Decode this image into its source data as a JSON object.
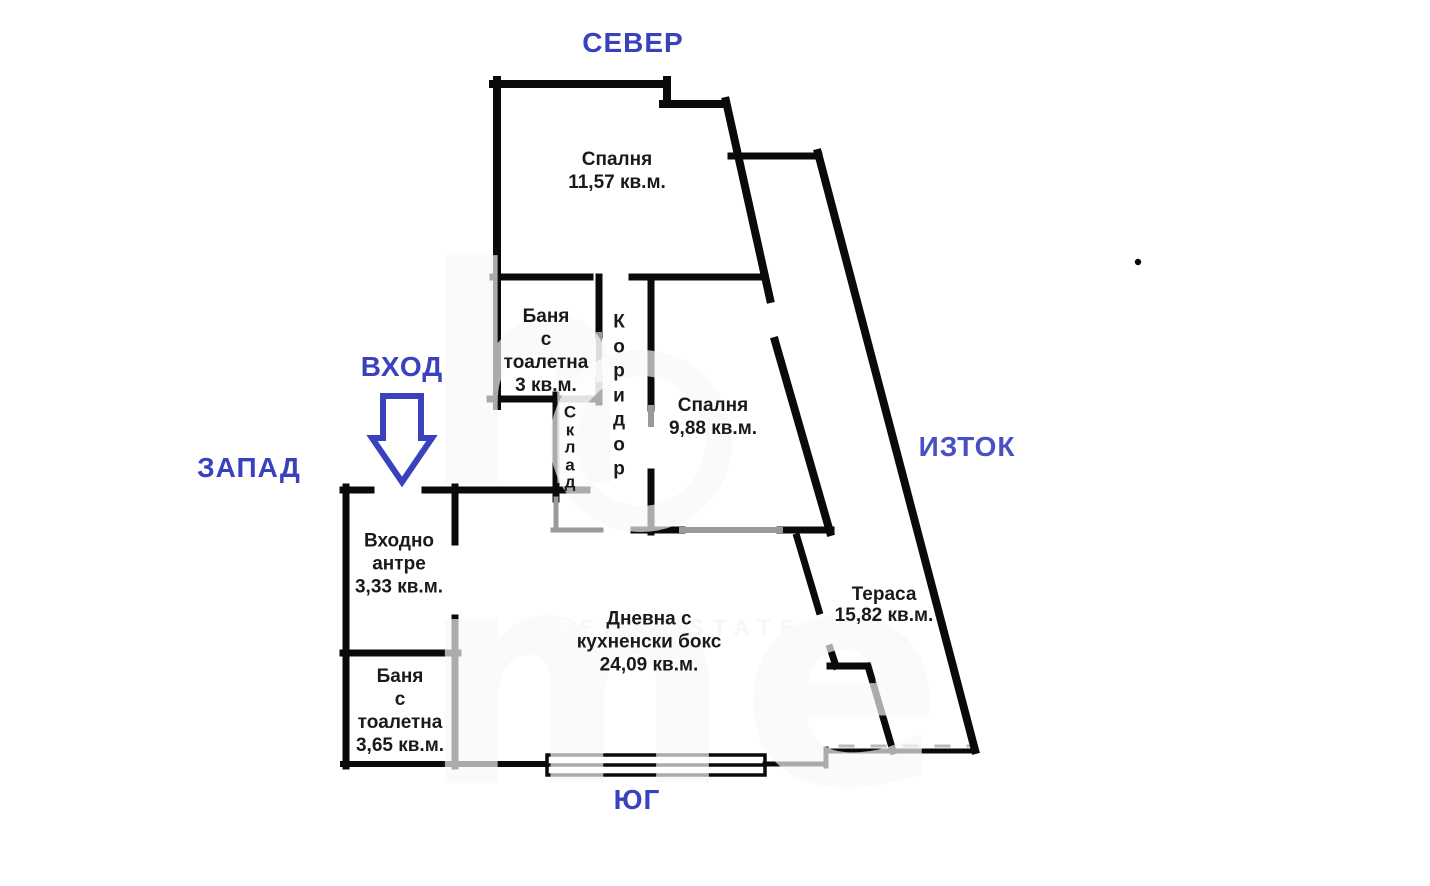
{
  "compass": {
    "north": "СЕВЕР",
    "south": "ЮГ",
    "west": "ЗАПАД",
    "east": "ИЗТОК"
  },
  "entrance": {
    "label": "ВХОД"
  },
  "rooms": [
    {
      "id": "bedroom-north",
      "lines": [
        "Спалня",
        "11,57 кв.м."
      ]
    },
    {
      "id": "bathroom-north",
      "lines": [
        "Баня",
        "с",
        "тоалетна",
        "3 кв.м."
      ]
    },
    {
      "id": "corridor",
      "lines": [
        "К",
        "о",
        "р",
        "и",
        "д",
        "о",
        "р"
      ]
    },
    {
      "id": "storage",
      "lines": [
        "С",
        "к",
        "л",
        "а",
        "д"
      ]
    },
    {
      "id": "bedroom-east",
      "lines": [
        "Спалня",
        "9,88 кв.м."
      ]
    },
    {
      "id": "entry-hall",
      "lines": [
        "Входно",
        "антре",
        "3,33 кв.м."
      ]
    },
    {
      "id": "bathroom-south",
      "lines": [
        "Баня",
        "с",
        "тоалетна",
        "3,65 кв.м."
      ]
    },
    {
      "id": "living-room",
      "lines": [
        "Дневна с",
        "кухненски бокс",
        "24,09 кв.м."
      ]
    },
    {
      "id": "terrace",
      "lines": [
        "Тераса",
        "15,82 кв.м."
      ]
    }
  ],
  "watermark": {
    "brand": "h me",
    "tagline": "REAL ESTATE"
  },
  "colors": {
    "accent_blue": "#3a41bd",
    "wall_black": "#0a0a0a",
    "door_gray": "#999999",
    "watermark_gray": "#efefef"
  }
}
